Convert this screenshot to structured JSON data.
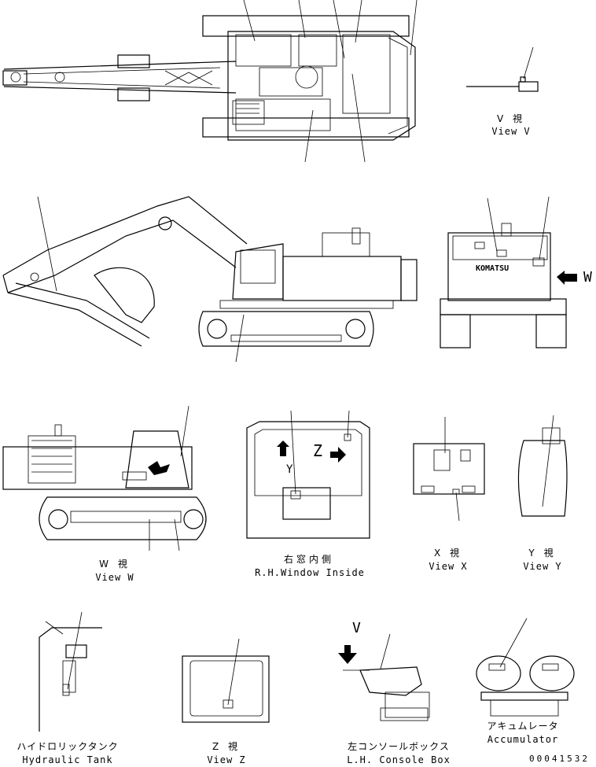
{
  "views": {
    "view_v": {
      "jp": "V 視",
      "en": "View V"
    },
    "view_w": {
      "jp": "W 視",
      "en": "View W"
    },
    "rh_window": {
      "jp": "右窓内側",
      "en": "R.H.Window Inside"
    },
    "view_x": {
      "jp": "X 視",
      "en": "View X"
    },
    "view_y": {
      "jp": "Y 視",
      "en": "View Y"
    },
    "hydraulic_tank": {
      "jp": "ハイドロリックタンク",
      "en": "Hydraulic Tank"
    },
    "view_z": {
      "jp": "Z 視",
      "en": "View Z"
    },
    "console_box": {
      "jp": "左コンソールボックス",
      "en": "L.H. Console Box"
    },
    "accumulator": {
      "jp": "アキュムレータ",
      "en": "Accumulator"
    }
  },
  "markers": {
    "w": "W",
    "z": "Z",
    "y": "Y",
    "v": "V"
  },
  "brand": "KOMATSU",
  "doc_number": "00041532"
}
